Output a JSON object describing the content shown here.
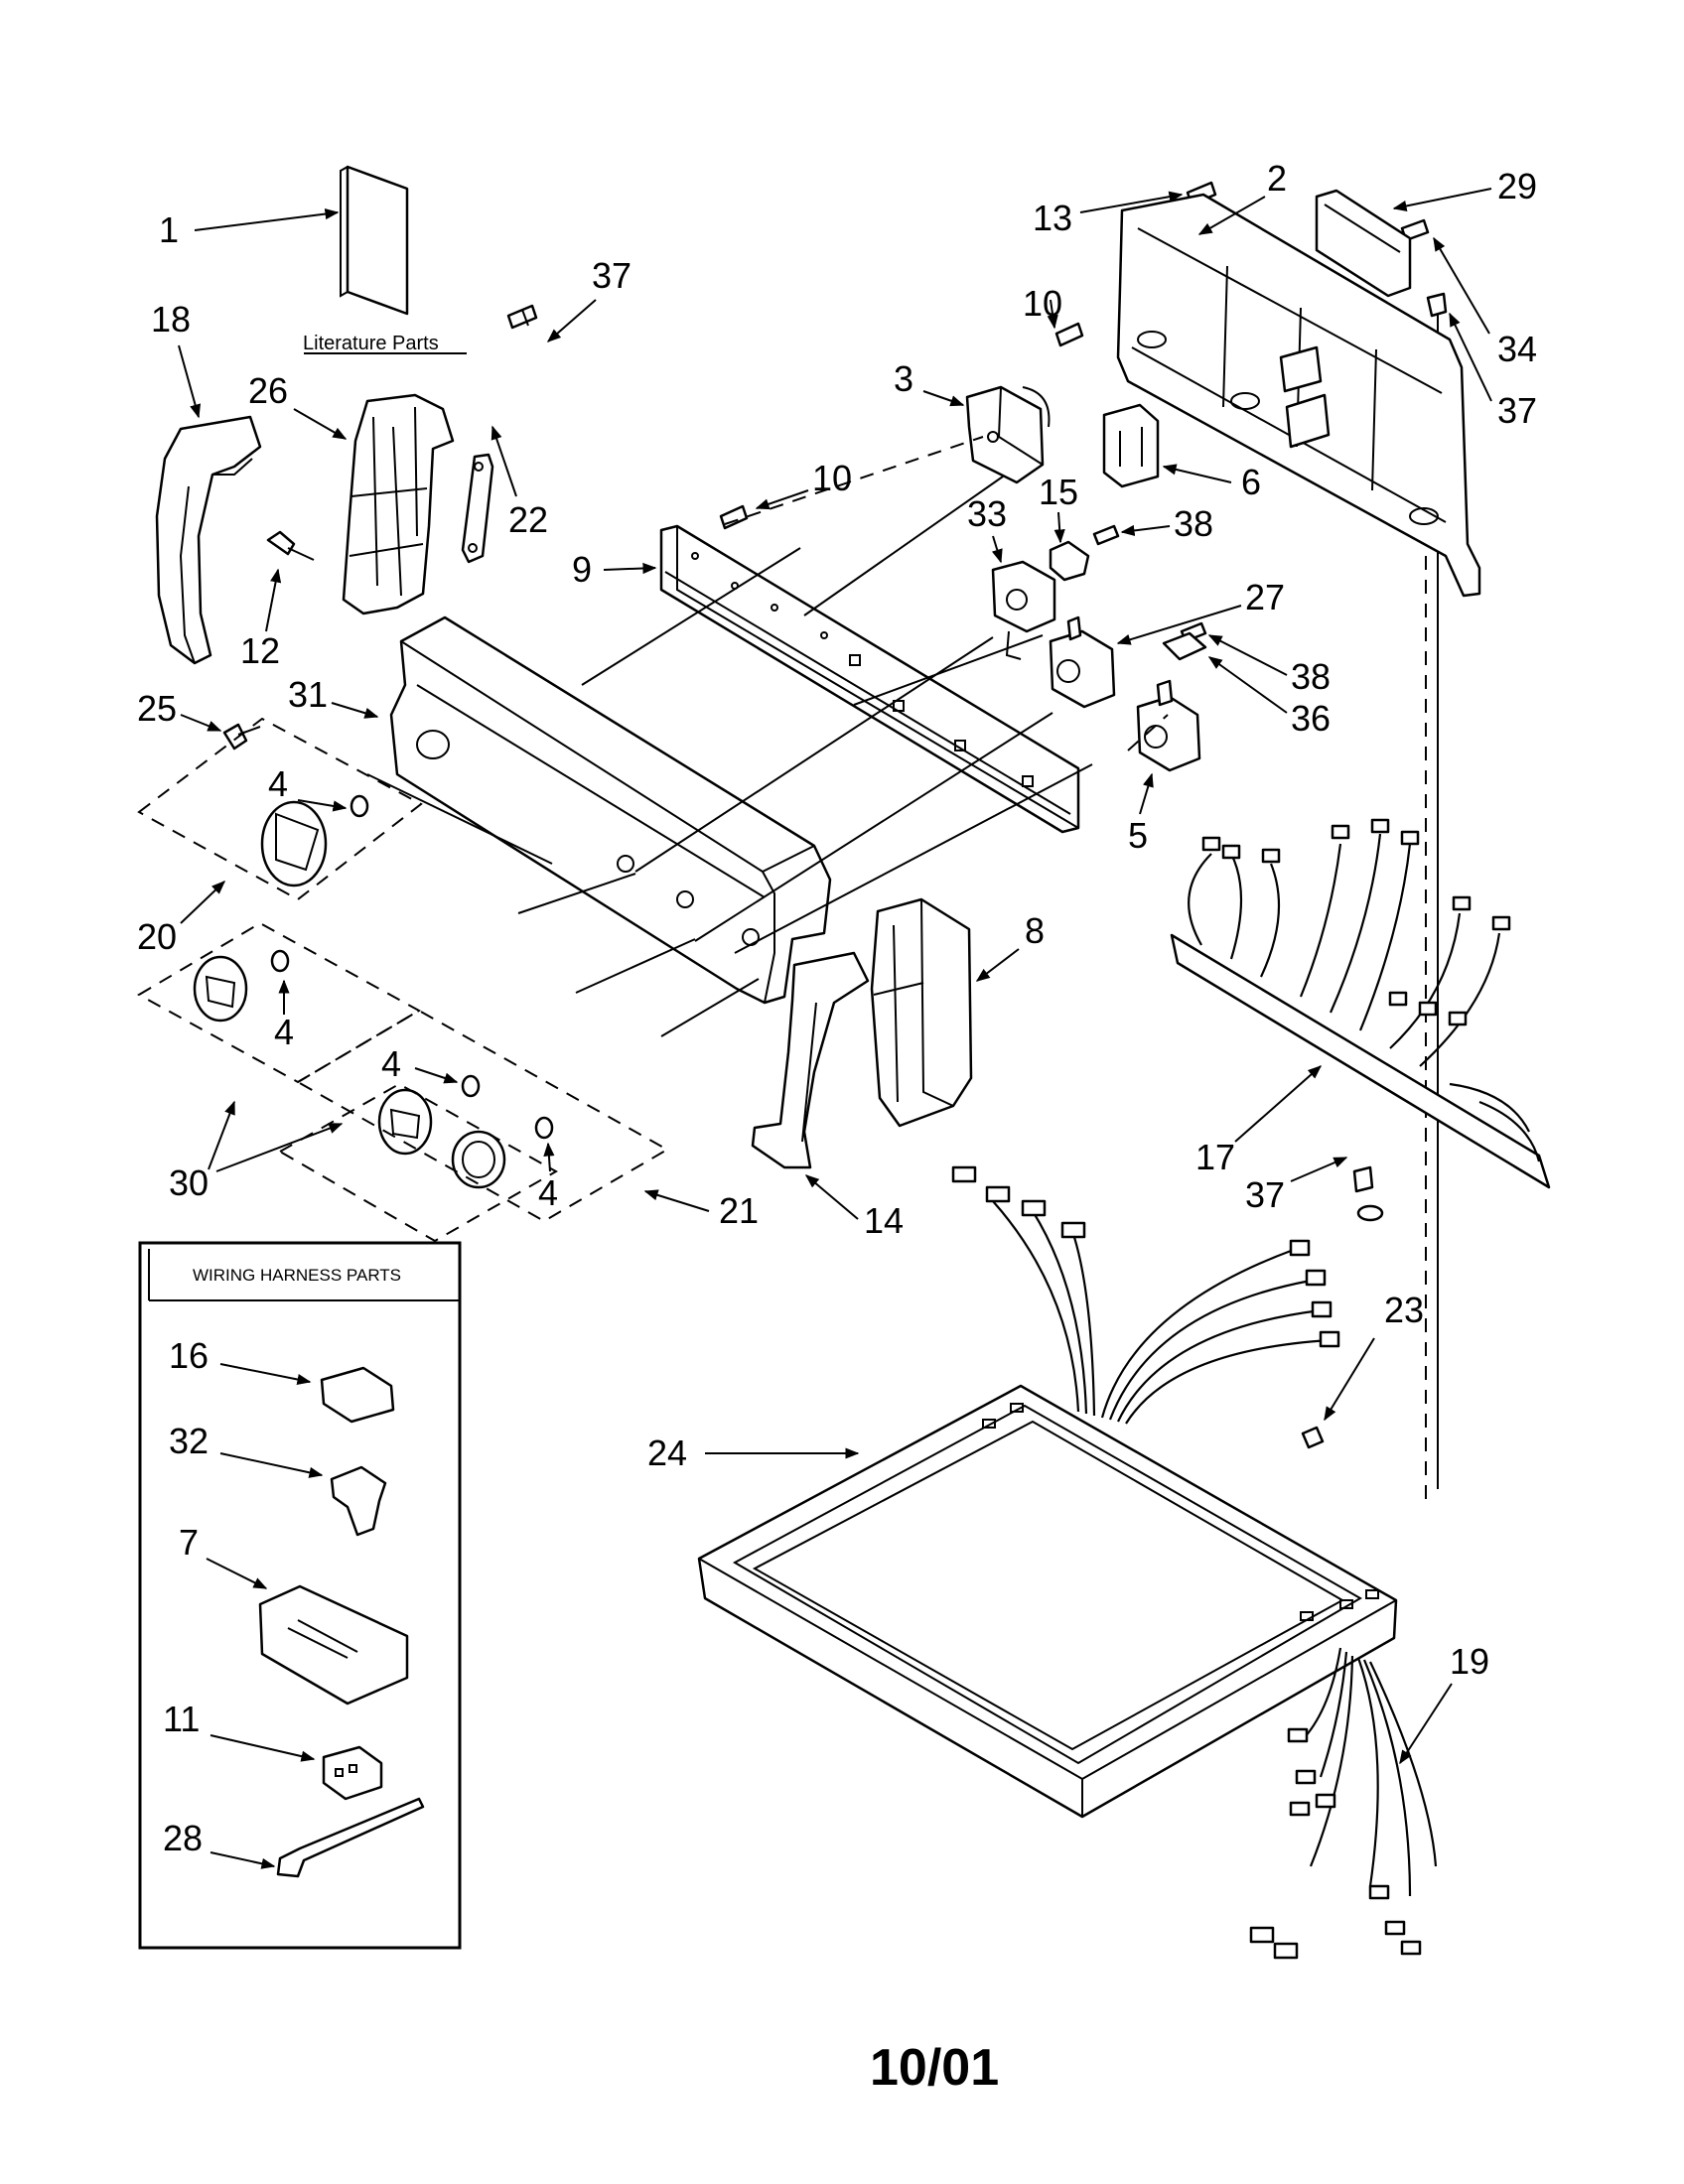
{
  "literature": {
    "label": "Literature Parts"
  },
  "wiring_box": {
    "title": "WIRING HARNESS PARTS"
  },
  "callouts": {
    "c1": "1",
    "c18": "18",
    "c26": "26",
    "c37a": "37",
    "c22": "22",
    "c12": "12",
    "c25": "25",
    "c31": "31",
    "c4a": "4",
    "c20": "20",
    "c4b": "4",
    "c30": "30",
    "c4c": "4",
    "c4d": "4",
    "c21": "21",
    "c14": "14",
    "c8": "8",
    "c9": "9",
    "c10a": "10",
    "c10b": "10",
    "c3": "3",
    "c33": "33",
    "c15": "15",
    "c38a": "38",
    "c27": "27",
    "c38b": "38",
    "c36": "36",
    "c5": "5",
    "c13": "13",
    "c2": "2",
    "c29": "29",
    "c34": "34",
    "c37b": "37",
    "c6": "6",
    "c17": "17",
    "c37c": "37",
    "c23": "23",
    "c24": "24",
    "c19": "19",
    "c16": "16",
    "c32": "32",
    "c7": "7",
    "c11": "11",
    "c28": "28"
  },
  "footer": {
    "date_code": "10/01"
  }
}
